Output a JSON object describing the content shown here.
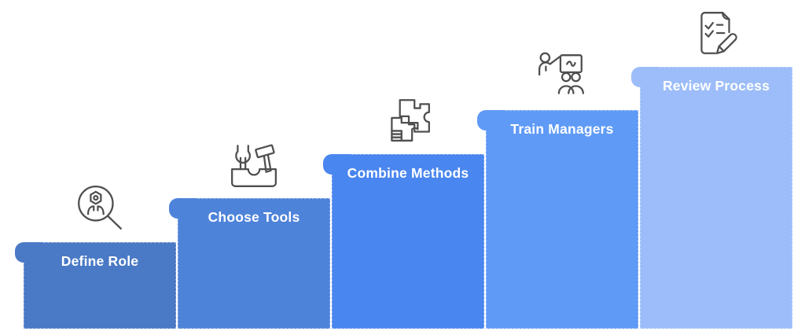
{
  "diagram": {
    "type": "staircase-process",
    "label_color": "#ffffff",
    "icon_stroke_color": "#4f4f4f",
    "background_color": "#ffffff",
    "steps": [
      {
        "order": 1,
        "label": "Define Role",
        "icon": "magnifier-person-icon",
        "color": "#4a79c5"
      },
      {
        "order": 2,
        "label": "Choose Tools",
        "icon": "toolbox-icon",
        "color": "#4e83da"
      },
      {
        "order": 3,
        "label": "Combine Methods",
        "icon": "puzzle-icon",
        "color": "#4a86ef"
      },
      {
        "order": 4,
        "label": "Train Managers",
        "icon": "trainer-audience-icon",
        "color": "#5f9af7"
      },
      {
        "order": 5,
        "label": "Review Process",
        "icon": "checklist-pencil-icon",
        "color": "#9cbdf9"
      }
    ]
  }
}
